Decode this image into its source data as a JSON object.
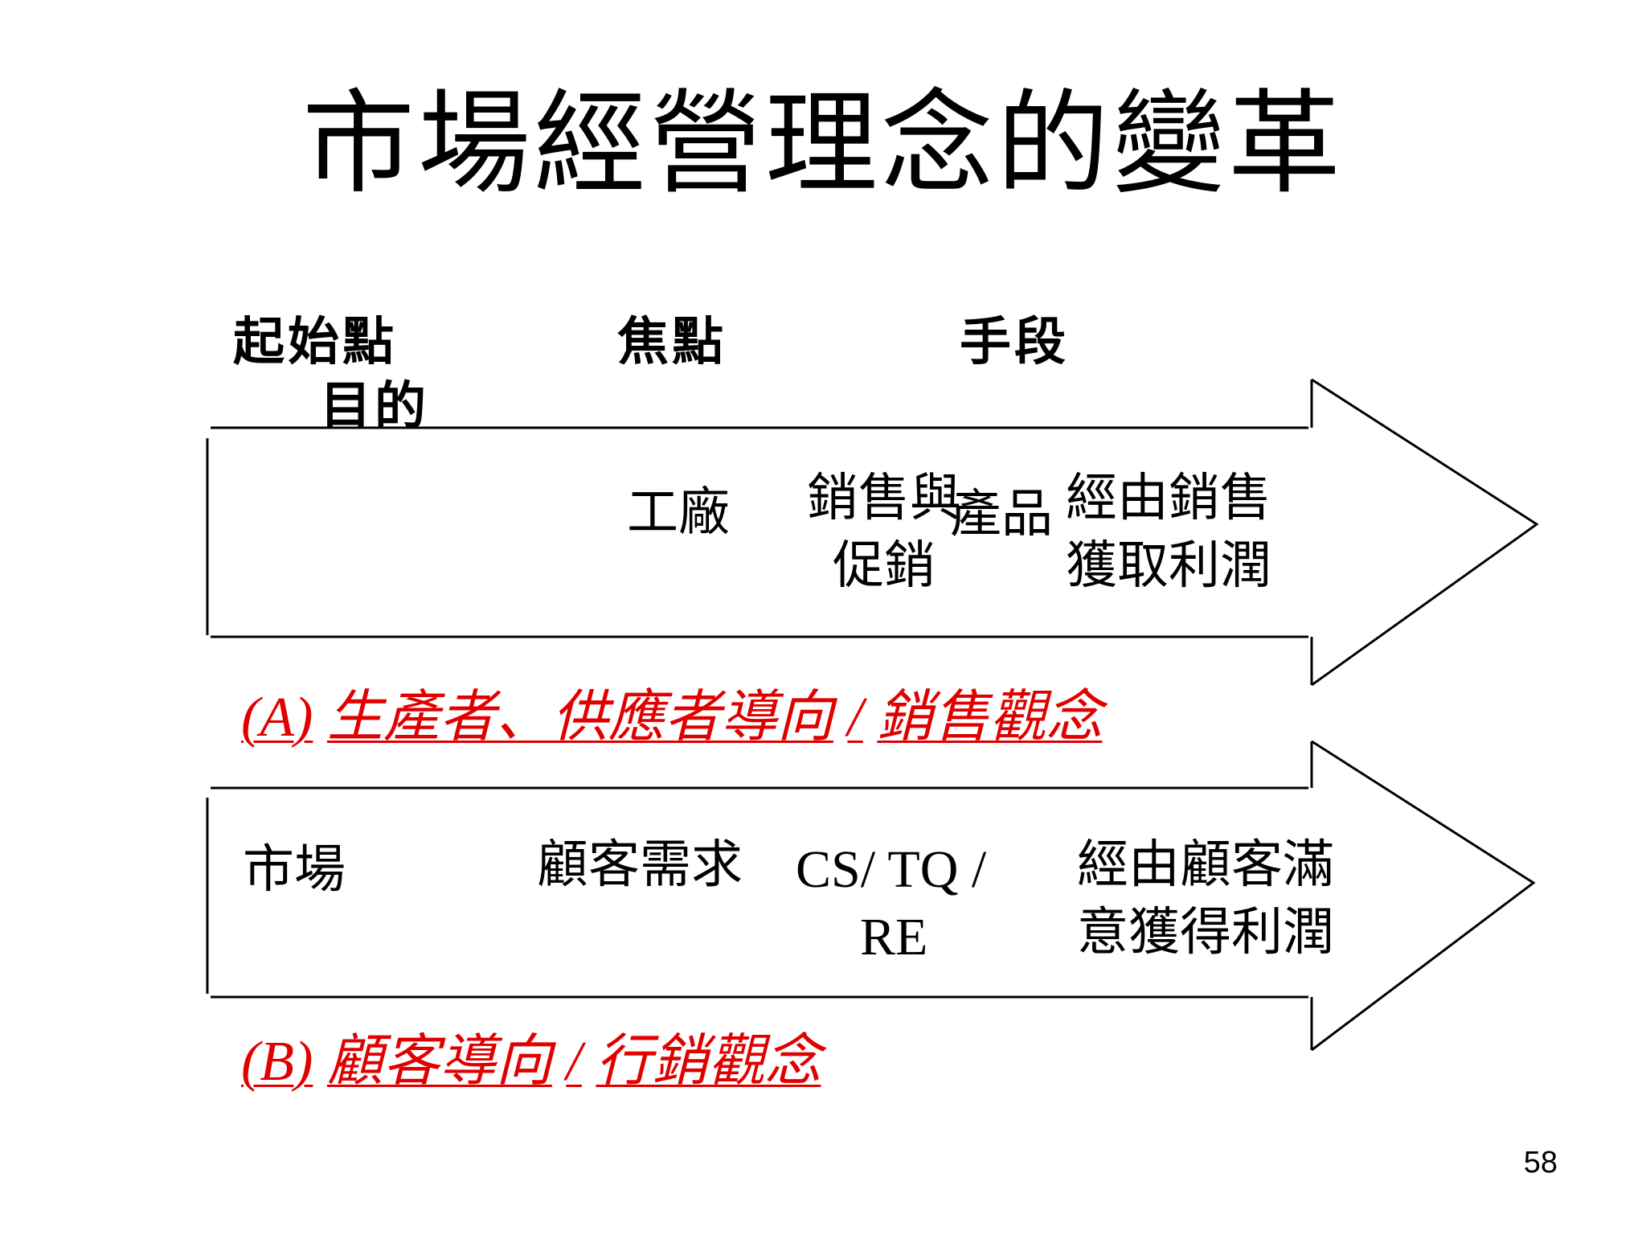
{
  "slide": {
    "title": "市場經營理念的變革",
    "page_number": "58"
  },
  "headers": {
    "start": "起始點",
    "focus": "焦點",
    "means": "手段",
    "goal": "目的"
  },
  "row_a": {
    "start": "",
    "focus": "工廠",
    "means_line1": "銷售與",
    "means_line2": "促銷",
    "overlap": "產品",
    "goal_line1": "經由銷售",
    "goal_line2": "獲取利潤",
    "caption_letter": "(A)",
    "caption_text": "生產者、供應者導向",
    "caption_sep": "/",
    "caption_concept": "銷售觀念"
  },
  "row_b": {
    "start": "市場",
    "focus": "顧客需求",
    "means_line1": "CS/ TQ /",
    "means_line2": "RE",
    "goal_line1": "經由顧客滿",
    "goal_line2": "意獲得利潤",
    "caption_letter": "(B)",
    "caption_text": "顧客導向",
    "caption_sep": "/",
    "caption_concept": "行銷觀念"
  },
  "colors": {
    "caption": "#e00000",
    "text": "#000000"
  }
}
